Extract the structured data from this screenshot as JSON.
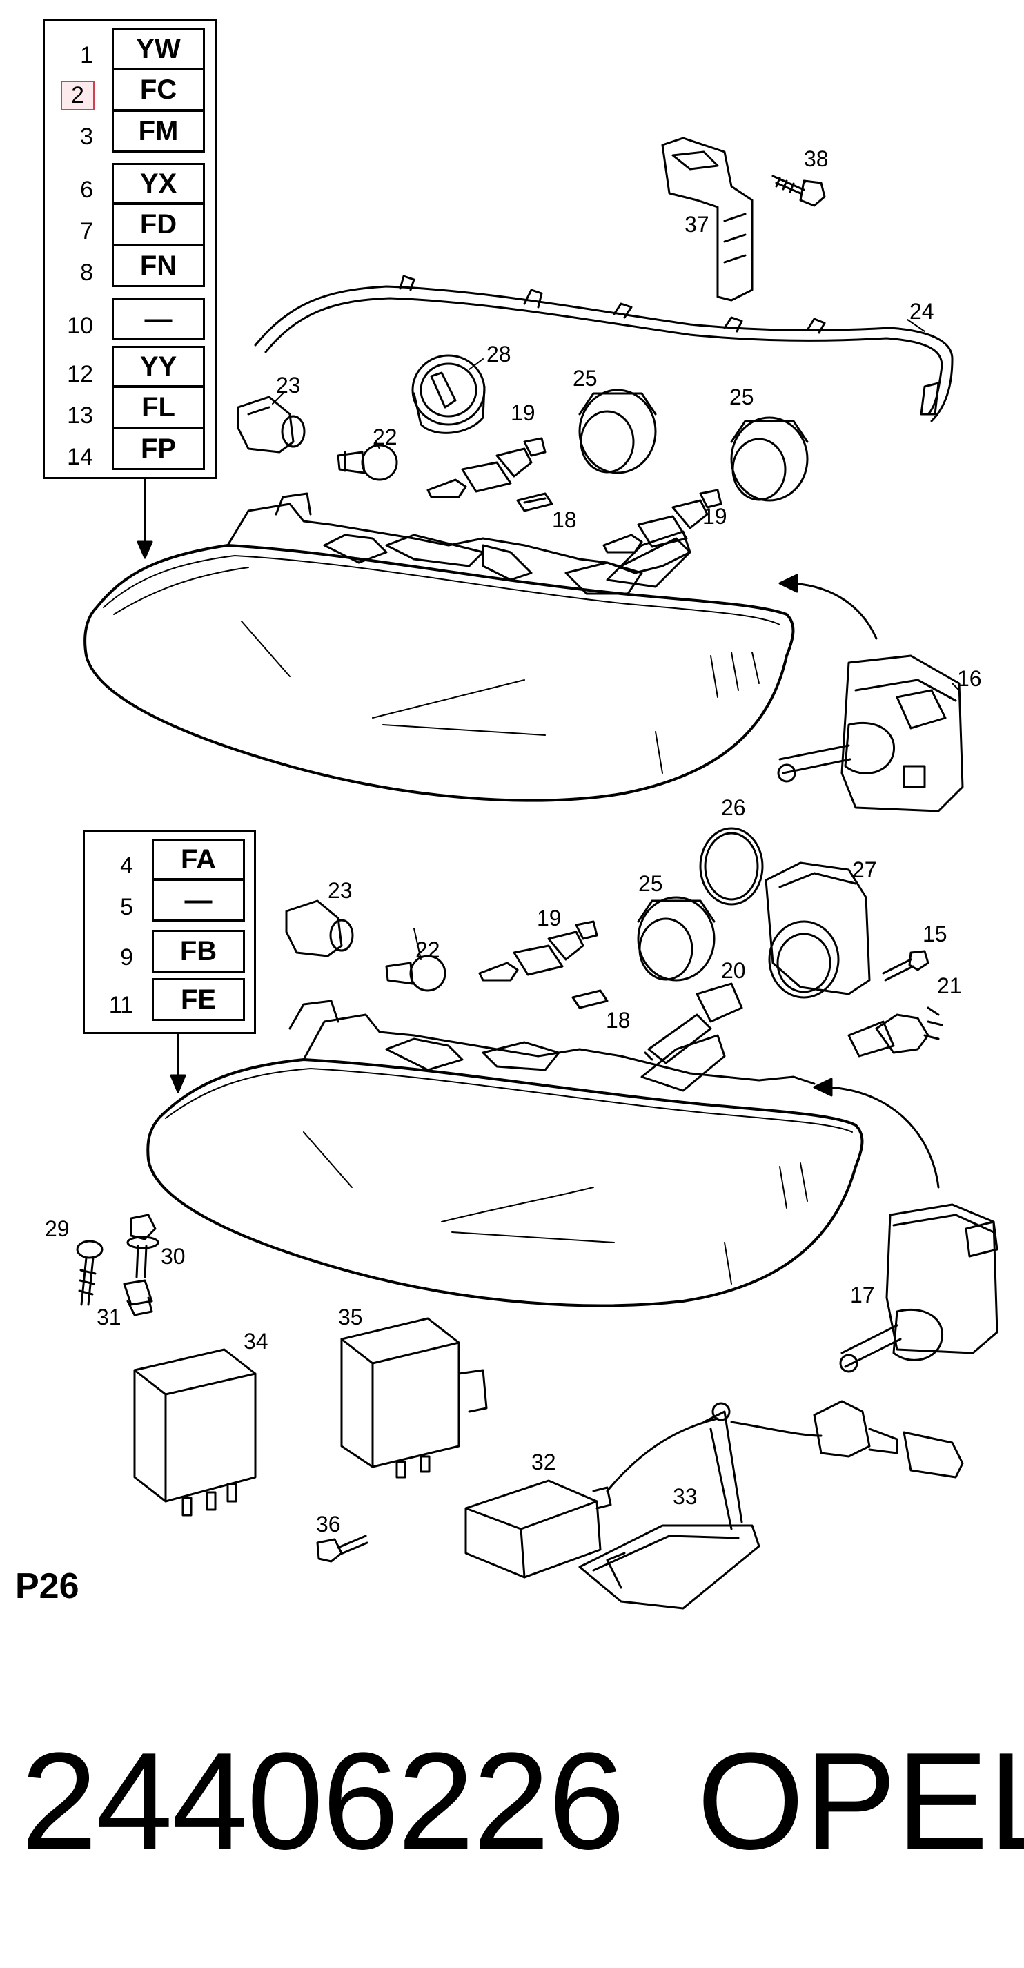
{
  "upper_codes": {
    "groups": [
      [
        {
          "num": "1",
          "code": "YW"
        },
        {
          "num": "2",
          "code": "FC",
          "highlighted": true
        },
        {
          "num": "3",
          "code": "FM"
        }
      ],
      [
        {
          "num": "6",
          "code": "YX"
        },
        {
          "num": "7",
          "code": "FD"
        },
        {
          "num": "8",
          "code": "FN"
        }
      ],
      [
        {
          "num": "10",
          "code": "—"
        }
      ],
      [
        {
          "num": "12",
          "code": "YY"
        },
        {
          "num": "13",
          "code": "FL"
        },
        {
          "num": "14",
          "code": "FP"
        }
      ]
    ]
  },
  "lower_codes": {
    "groups": [
      [
        {
          "num": "4",
          "code": "FA"
        },
        {
          "num": "5",
          "code": "—"
        }
      ],
      [
        {
          "num": "9",
          "code": "FB"
        }
      ],
      [
        {
          "num": "11",
          "code": "FE"
        }
      ]
    ]
  },
  "callouts": [
    "38",
    "37",
    "24",
    "28",
    "23",
    "25",
    "25",
    "19",
    "22",
    "18",
    "19",
    "16",
    "26",
    "27",
    "23",
    "25",
    "19",
    "22",
    "15",
    "20",
    "21",
    "18",
    "29",
    "30",
    "31",
    "34",
    "35",
    "17",
    "32",
    "33",
    "36"
  ],
  "page_code": "P26",
  "part_number": "24406226",
  "brand": "OPEL"
}
